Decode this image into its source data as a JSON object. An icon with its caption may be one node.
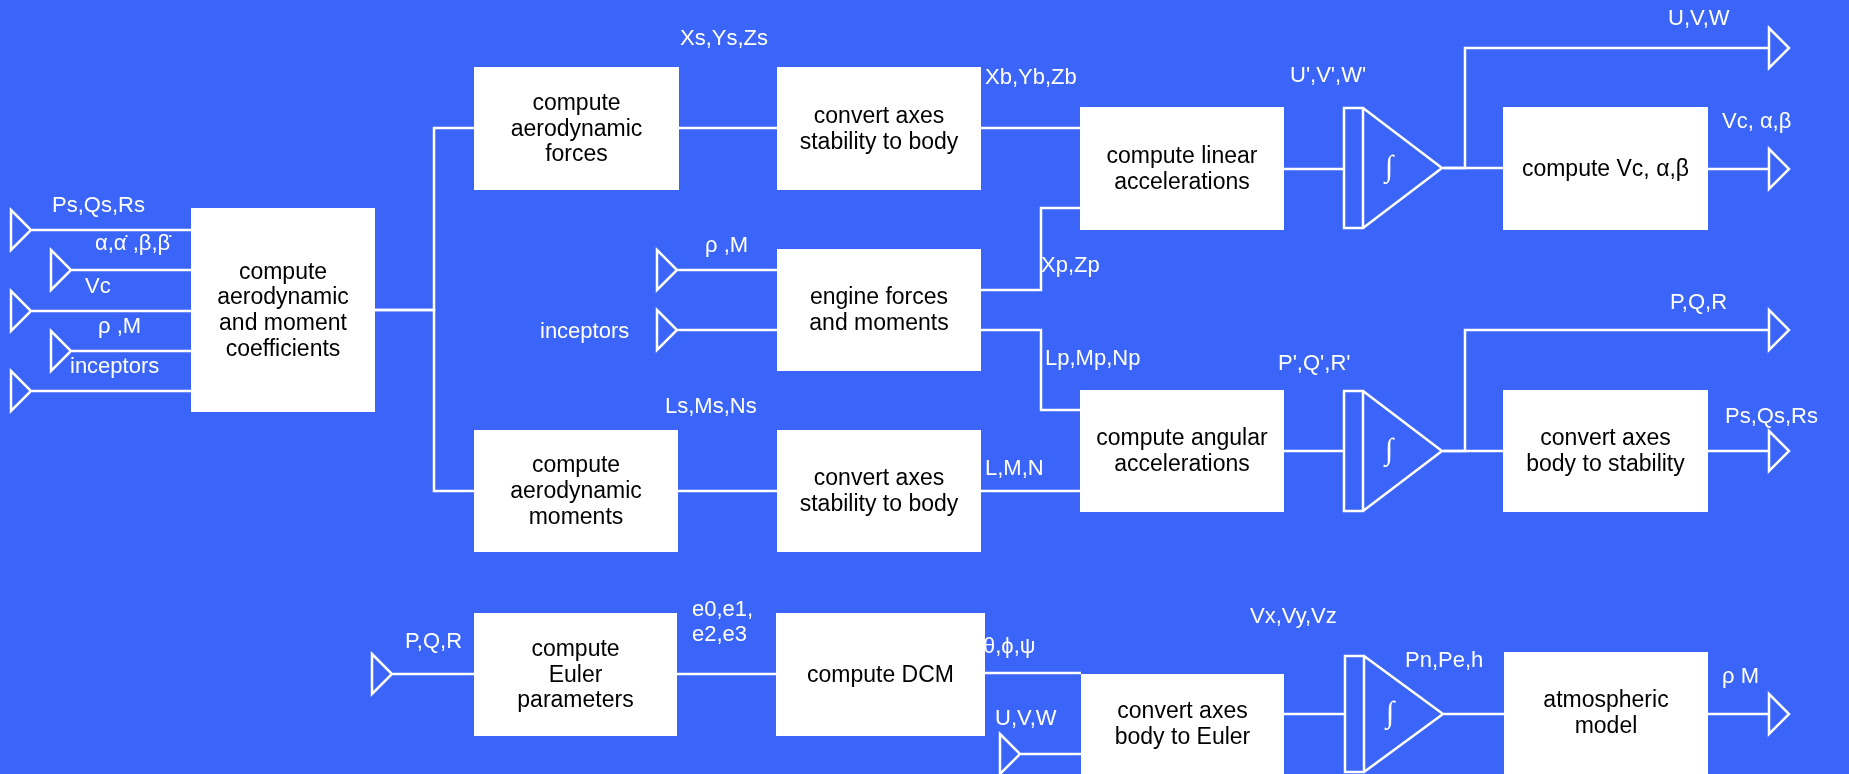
{
  "diagram": {
    "nodes": [
      {
        "text": [
          "compute aerodynamic and moment coefficients"
        ]
      },
      {
        "text": [
          "compute aerodynamic forces"
        ]
      },
      {
        "text": [
          "convert axes stability to body"
        ]
      },
      {
        "text": [
          "engine forces and moments"
        ]
      },
      {
        "text": [
          "compute linear accelerations"
        ]
      },
      {
        "text": [
          "∫"
        ]
      },
      {
        "text": [
          "compute Vc, α,β"
        ]
      },
      {
        "text": [
          "compute aerodynamic moments"
        ]
      },
      {
        "text": [
          "convert axes stability to body"
        ]
      },
      {
        "text": [
          "compute angular accelerations"
        ]
      },
      {
        "text": [
          "∫"
        ]
      },
      {
        "text": [
          "convert axes body to stability"
        ]
      },
      {
        "text": [
          "compute Euler parameters"
        ]
      },
      {
        "text": [
          "compute DCM"
        ]
      },
      {
        "text": [
          "convert axes body to Euler"
        ]
      },
      {
        "text": [
          "∫"
        ]
      },
      {
        "text": [
          "atmospheric model"
        ]
      },
      {
        "text": [],
        "shape": "triangle"
      },
      {
        "text": [],
        "shape": "triangle"
      },
      {
        "text": [],
        "shape": "triangle"
      },
      {
        "text": [],
        "shape": "triangle"
      },
      {
        "text": [],
        "shape": "triangle"
      },
      {
        "text": [],
        "shape": "triangle"
      },
      {
        "text": [],
        "shape": "triangle"
      },
      {
        "text": [],
        "shape": "triangle"
      },
      {
        "text": [],
        "shape": "triangle"
      },
      {
        "text": [],
        "shape": "triangle"
      },
      {
        "text": [],
        "shape": "triangle"
      },
      {
        "text": [],
        "shape": "triangle"
      },
      {
        "text": [],
        "shape": "triangle"
      },
      {
        "text": [],
        "shape": "triangle"
      }
    ],
    "edges": [
      {
        "from": 17,
        "to": 0,
        "arrow": "none",
        "label": "Ps,Qs,Rs"
      },
      {
        "from": 18,
        "to": 0,
        "arrow": "none",
        "label": "α,α̇ ,β,β̇"
      },
      {
        "from": 19,
        "to": 0,
        "arrow": "none",
        "label": "Vc"
      },
      {
        "from": 20,
        "to": 0,
        "arrow": "none",
        "label": "ρ ,M"
      },
      {
        "from": 21,
        "to": 0,
        "arrow": "none",
        "label": "inceptors"
      },
      {
        "from": 0,
        "to": 1,
        "arrow": "none"
      },
      {
        "from": 0,
        "to": 7,
        "arrow": "none"
      },
      {
        "from": 1,
        "to": 2,
        "arrow": "none",
        "label": "Xs,Ys,Zs"
      },
      {
        "from": 2,
        "to": 4,
        "arrow": "none",
        "label": "Xb,Yb,Zb"
      },
      {
        "from": 22,
        "to": 3,
        "arrow": "none",
        "label": "ρ ,M"
      },
      {
        "from": 23,
        "to": 3,
        "arrow": "none",
        "label": "inceptors"
      },
      {
        "from": 3,
        "to": 4,
        "arrow": "none",
        "label": "Xp,Zp"
      },
      {
        "from": 3,
        "to": 9,
        "arrow": "none",
        "label": "Lp,Mp,Np"
      },
      {
        "from": 4,
        "to": 5,
        "arrow": "none",
        "label": "U',V',W'"
      },
      {
        "from": 5,
        "to": 6,
        "arrow": "none"
      },
      {
        "from": 5,
        "to": 24,
        "arrow": "none",
        "label": "U,V,W"
      },
      {
        "from": 6,
        "to": 25,
        "arrow": "none",
        "label": "Vc, α,β"
      },
      {
        "from": 7,
        "to": 8,
        "arrow": "none",
        "label": "Ls,Ms,Ns"
      },
      {
        "from": 8,
        "to": 9,
        "arrow": "none",
        "label": "L,M,N"
      },
      {
        "from": 9,
        "to": 10,
        "arrow": "none",
        "label": "P',Q',R'"
      },
      {
        "from": 10,
        "to": 11,
        "arrow": "none"
      },
      {
        "from": 10,
        "to": 26,
        "arrow": "none",
        "label": "P,Q,R"
      },
      {
        "from": 11,
        "to": 27,
        "arrow": "none",
        "label": "Ps,Qs,Rs"
      },
      {
        "from": 28,
        "to": 12,
        "arrow": "none",
        "label": "P,Q,R"
      },
      {
        "from": 12,
        "to": 13,
        "arrow": "none",
        "label": "e0,e1, e2,e3"
      },
      {
        "from": 13,
        "to": 14,
        "arrow": "none",
        "label": "θ,ϕ,ψ"
      },
      {
        "from": 29,
        "to": 14,
        "arrow": "none",
        "label": "U,V,W"
      },
      {
        "from": 14,
        "to": 15,
        "arrow": "none",
        "label": "Vx,Vy,Vz"
      },
      {
        "from": 15,
        "to": 16,
        "arrow": "none",
        "label": "Pn,Pe,h"
      },
      {
        "from": 16,
        "to": 30,
        "arrow": "none",
        "label": "ρ M"
      }
    ]
  }
}
